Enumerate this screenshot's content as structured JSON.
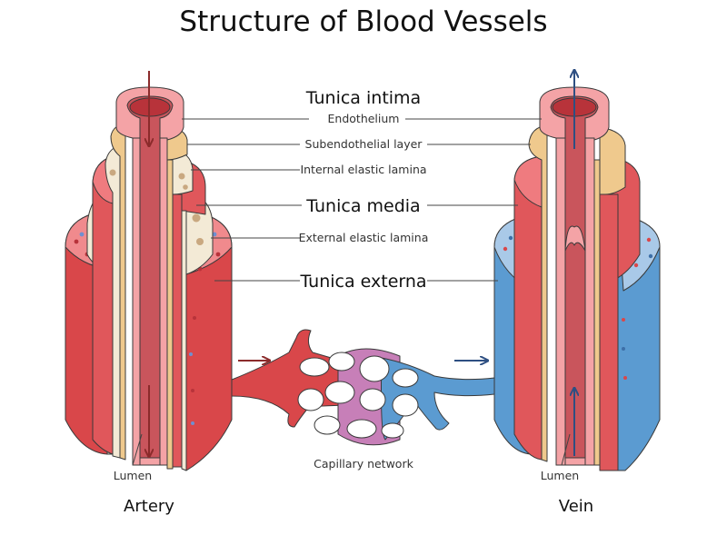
{
  "title": "Structure of Blood Vessels",
  "labels": {
    "tunica_intima": "Tunica intima",
    "endothelium": "Endothelium",
    "subendothelial": "Subendothelial layer",
    "internal_elastic": "Internal elastic lamina",
    "tunica_media": "Tunica media",
    "external_elastic": "External elastic lamina",
    "tunica_externa": "Tunica externa",
    "capillary_network": "Capillary network",
    "lumen_artery": "Lumen",
    "lumen_vein": "Lumen",
    "artery": "Artery",
    "vein": "Vein"
  },
  "colors": {
    "artery_red": "#d9474a",
    "artery_dark": "#b8333a",
    "muscle_red": "#e0575b",
    "intima_pink": "#f4a3a6",
    "subendo_tan": "#efc98d",
    "elastic_cream": "#f3ead6",
    "lumen_red": "#c9555c",
    "vein_blue": "#5b9bd1",
    "vein_light": "#a9c9e8",
    "capillary_purple": "#c77fb8",
    "arrow_artery": "#8b2b2b",
    "arrow_vein": "#2e4f82"
  }
}
